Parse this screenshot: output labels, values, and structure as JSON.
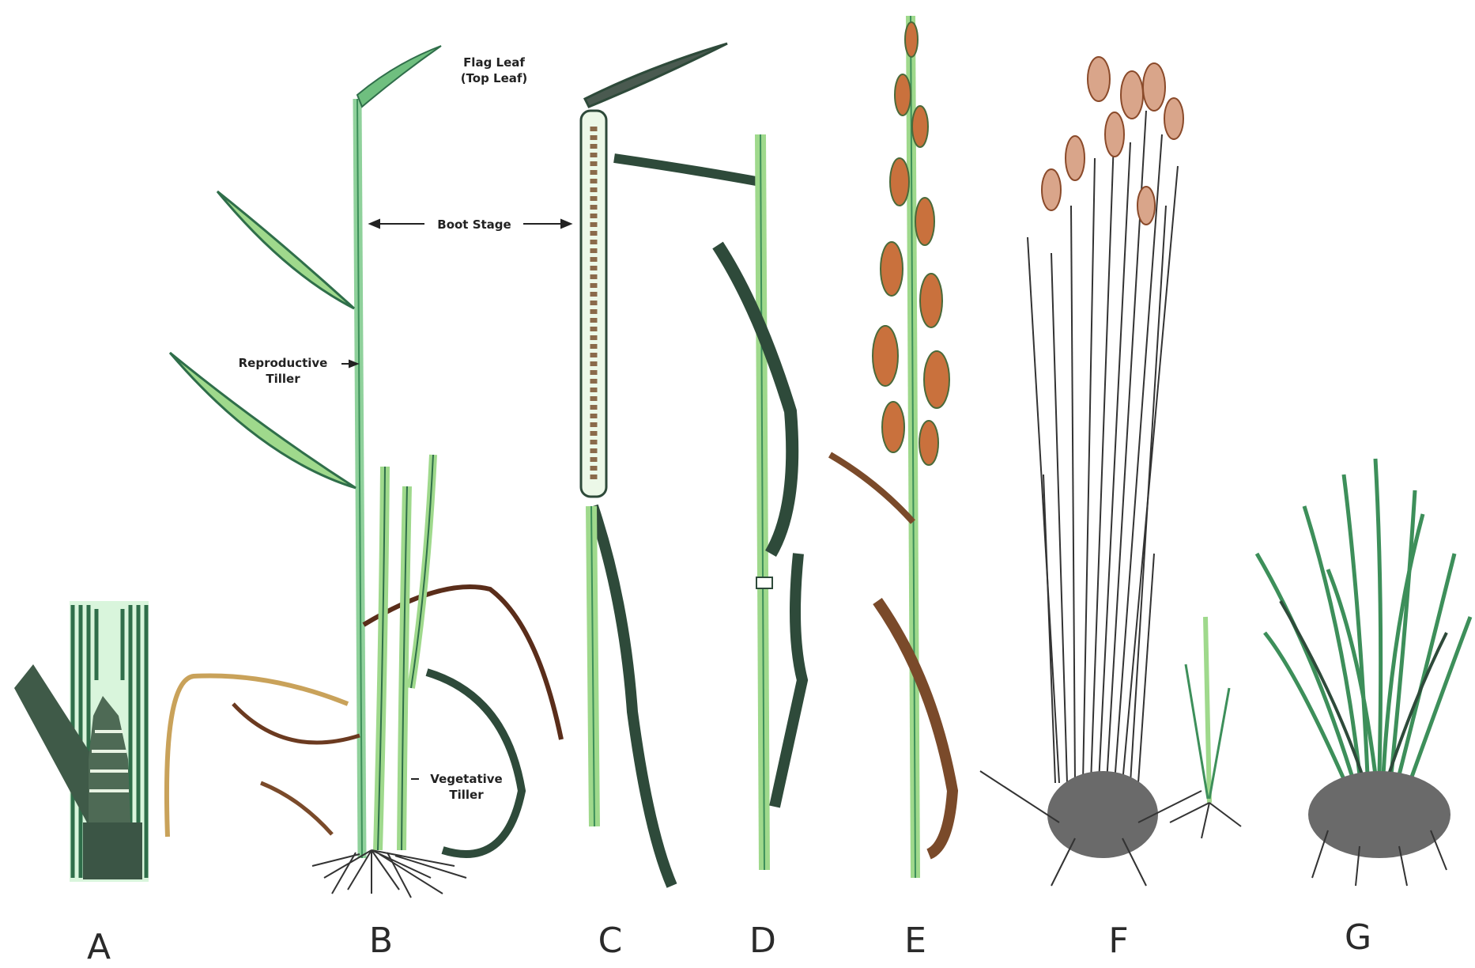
{
  "labels": {
    "flag_leaf_line1": "Flag Leaf",
    "flag_leaf_line2": "(Top Leaf)",
    "boot_stage": "Boot Stage",
    "reproductive_line1": "Reproductive",
    "reproductive_line2": "Tiller",
    "vegetative_line1": "Vegetative",
    "vegetative_line2": "Tiller"
  },
  "stages": [
    "A",
    "B",
    "C",
    "D",
    "E",
    "F",
    "G"
  ],
  "colors": {
    "leaf_green": "#5fbf7a",
    "dark_leaf": "#2e4a3a",
    "stem": "#9fd98c",
    "root": "#333333",
    "seed_head": "#c9713d"
  }
}
